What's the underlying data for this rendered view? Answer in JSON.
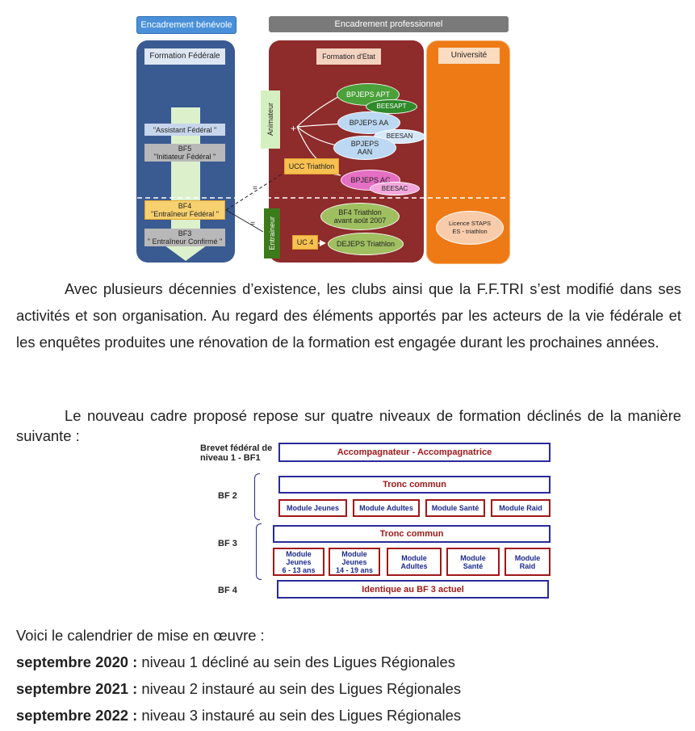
{
  "diagram_top": {
    "header_benevole": "Encadrement bénévole",
    "header_pro": "Encadrement professionnel",
    "formation_federale": "Formation Fédérale",
    "formation_etat": "Formation d'Etat",
    "universite": "Université",
    "assistant_federal": "\"Assistant Fédéral \"",
    "bf5_line1": "BF5",
    "bf5_line2": "\"Initiateur Fédéral \"",
    "bf4_line1": "BF4",
    "bf4_line2": "\"Entraîneur Fédéral \"",
    "bf3_line1": "BF3",
    "bf3_line2": "\" Entraîneur Confirmé \"",
    "animateur": "Animateur",
    "entraineur": "Entraineur",
    "plus": "+",
    "equals_1": "=",
    "equals_2": "=",
    "bpjeps_apt": "BPJEPS APT",
    "beesapt": "BEESAPT",
    "bpjeps_aa": "BPJEPS AA",
    "beesan": "BEESAN",
    "bpjeps_aan_1": "BPJEPS",
    "bpjeps_aan_2": "AAN",
    "ucc_triathlon": "UCC Triathlon",
    "bpjeps_ac": "BPJEPS AC",
    "beesac": "BEESAC",
    "bf4_triathlon_1": "BF4 Triathlon",
    "bf4_triathlon_2": "avant août 2007",
    "uc4": "UC 4",
    "dejeps": "DEJEPS Triathlon",
    "licence_1": "Licence STAPS",
    "licence_2": "ES - triathlon"
  },
  "paragraph1": "Avec plusieurs décennies d’existence, les clubs ainsi que la F.F.TRI s’est modifié dans ses activités et son organisation. Au regard des éléments apportés par les acteurs de la vie fédérale et les enquêtes produites une rénovation de la formation est engagée durant les prochaines années.",
  "paragraph2": "Le nouveau cadre proposé repose sur quatre niveaux de formation déclinés de la manière suivante :",
  "diagram_bottom": {
    "bf1_label_line1": "Brevet fédéral de",
    "bf1_label_line2": "niveau 1 - BF1",
    "accompagnateur": "Accompagnateur - Accompagnatrice",
    "bf2_label": "BF 2",
    "tronc_commun_bf2": "Tronc commun",
    "bf2_modules": [
      "Module Jeunes",
      "Module Adultes",
      "Module Santé",
      "Module Raid"
    ],
    "bf3_label": "BF 3",
    "tronc_commun_bf3": "Tronc commun",
    "bf3_modules": [
      {
        "l1": "Module",
        "l2": "Jeunes",
        "l3": "6 - 13 ans"
      },
      {
        "l1": "Module",
        "l2": "Jeunes",
        "l3": "14 - 19 ans"
      },
      {
        "l1": "Module",
        "l2": "Adultes",
        "l3": ""
      },
      {
        "l1": "Module",
        "l2": "Santé",
        "l3": ""
      },
      {
        "l1": "Module",
        "l2": "Raid",
        "l3": ""
      }
    ],
    "bf4_label": "BF 4",
    "bf4_box": "Identique au BF 3 actuel"
  },
  "calendar_intro": "Voici le calendrier de mise en œuvre :",
  "calendar": [
    {
      "date": "septembre 2020 :",
      "text": " niveau 1 décliné au sein des Ligues Régionales"
    },
    {
      "date": "septembre 2021 :",
      "text": " niveau 2 instauré au sein des Ligues Régionales"
    },
    {
      "date": "septembre 2022 :",
      "text": " niveau 3 instauré au sein des Ligues Régionales"
    }
  ],
  "colors": {
    "benevole_panel": "#3a5a92",
    "pro_panel": "#8e2b2b",
    "universite_panel": "#ee7a16",
    "header_blue": "#4a90d9",
    "header_grey": "#7a7a7a",
    "box_blue": "#2a2a9c",
    "box_red": "#a01818"
  }
}
